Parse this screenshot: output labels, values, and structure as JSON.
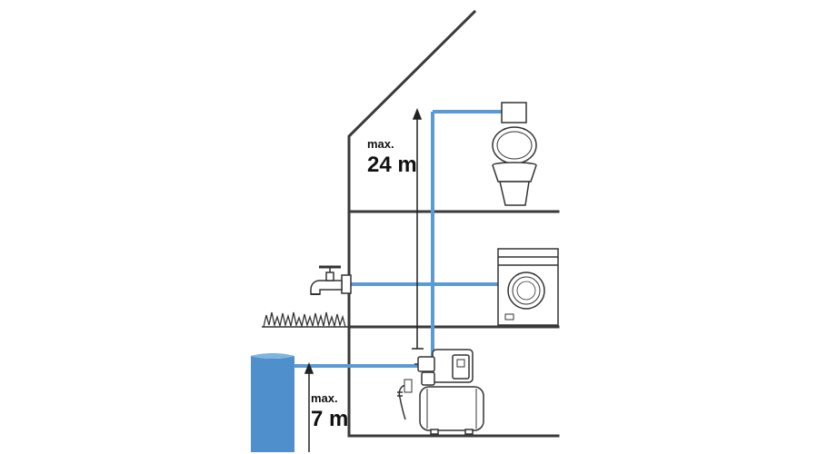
{
  "diagram": {
    "height_upper": {
      "prefix": "max.",
      "value": "24 m"
    },
    "height_lower": {
      "prefix": "max.",
      "value": "7 m"
    }
  },
  "colors": {
    "water": "#5b9bd5",
    "line": "#3a3a3a"
  },
  "icons": [
    "house-icon",
    "toilet-icon",
    "washing-machine-icon",
    "garden-tap-icon",
    "grass-icon",
    "water-tank-icon",
    "pump-icon"
  ]
}
